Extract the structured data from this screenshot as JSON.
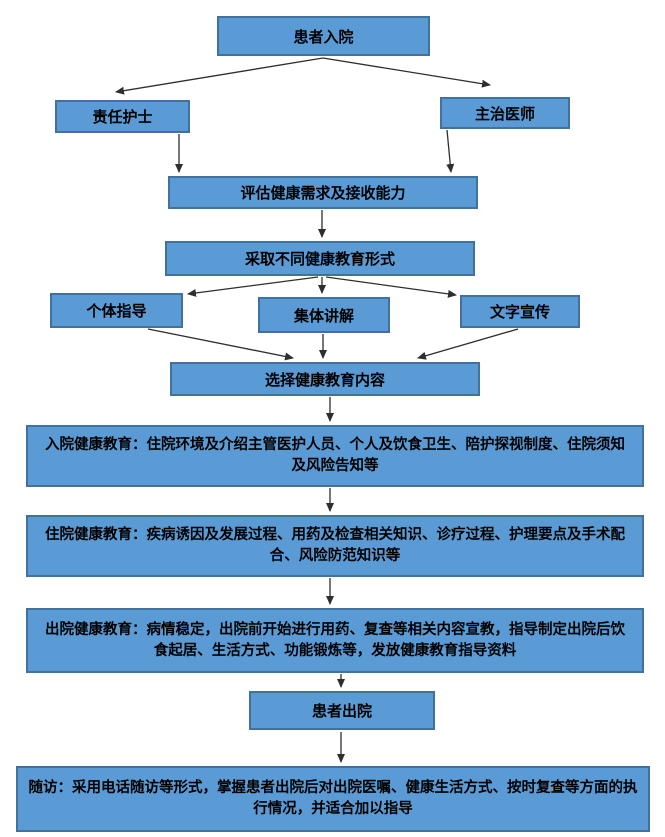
{
  "diagram": {
    "nodes": {
      "admission": "患者入院",
      "nurse": "责任护士",
      "doctor": "主治医师",
      "assess": "评估健康需求及接收能力",
      "forms": "采取不同健康教育形式",
      "individual": "个体指导",
      "group": "集体讲解",
      "written": "文字宣传",
      "select": "选择健康教育内容",
      "admission_edu": "入院健康教育：住院环境及介绍主管医护人员、个人及饮食卫生、陪护探视制度、住院须知及风险告知等",
      "hospital_edu": "住院健康教育：疾病诱因及发展过程、用药及检查相关知识、诊疗过程、护理要点及手术配合、风险防范知识等",
      "discharge_edu": "出院健康教育：病情稳定，出院前开始进行用药、复查等相关内容宣教，指导制定出院后饮食起居、生活方式、功能锻炼等，发放健康教育指导资料",
      "discharge": "患者出院",
      "followup": "随访：采用电话随访等形式，掌握患者出院后对出院医嘱、健康生活方式、按时复查等方面的执行情况，并适合加以指导"
    },
    "edges": [
      {
        "from": "admission",
        "to": "nurse"
      },
      {
        "from": "admission",
        "to": "doctor"
      },
      {
        "from": "nurse",
        "to": "assess"
      },
      {
        "from": "doctor",
        "to": "assess"
      },
      {
        "from": "assess",
        "to": "forms"
      },
      {
        "from": "forms",
        "to": "individual"
      },
      {
        "from": "forms",
        "to": "group"
      },
      {
        "from": "forms",
        "to": "written"
      },
      {
        "from": "individual",
        "to": "select"
      },
      {
        "from": "group",
        "to": "select"
      },
      {
        "from": "written",
        "to": "select"
      },
      {
        "from": "select",
        "to": "admission_edu"
      },
      {
        "from": "admission_edu",
        "to": "hospital_edu"
      },
      {
        "from": "hospital_edu",
        "to": "discharge_edu"
      },
      {
        "from": "discharge_edu",
        "to": "discharge"
      },
      {
        "from": "discharge",
        "to": "followup"
      }
    ],
    "colors": {
      "box_fill": "#5b9bd5",
      "box_border": "#41719c",
      "arrow": "#2e2e2e",
      "text": "#000000",
      "background": "#ffffff"
    }
  }
}
